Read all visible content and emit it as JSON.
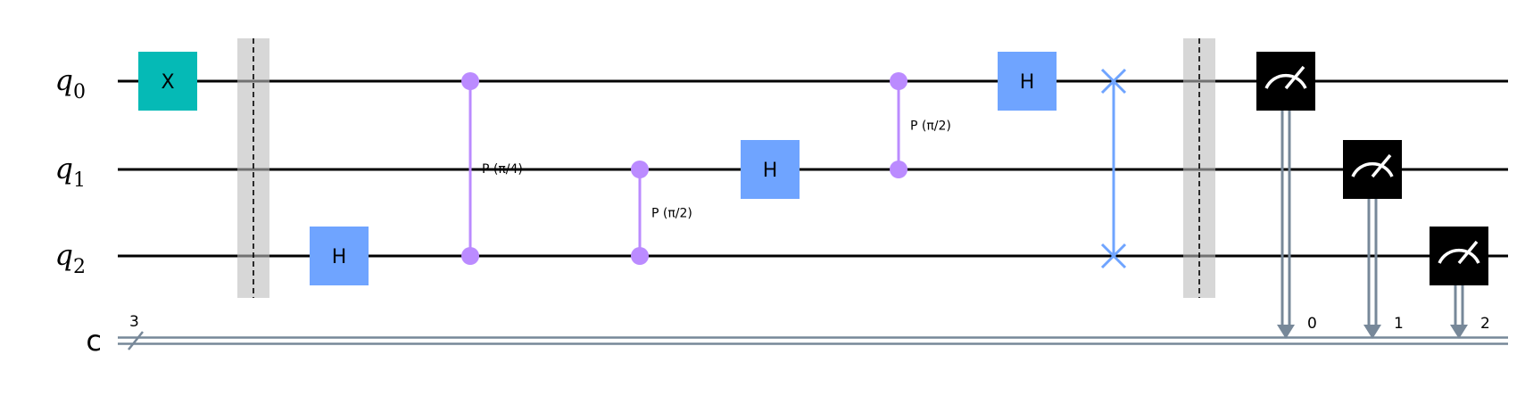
{
  "circuit": {
    "qubits": [
      {
        "name": "q",
        "index": "0"
      },
      {
        "name": "q",
        "index": "1"
      },
      {
        "name": "q",
        "index": "2"
      }
    ],
    "classical_register": {
      "name": "c",
      "size": "3"
    },
    "colors": {
      "wire": "#000000",
      "classical_wire": "#778899",
      "x_gate": "#05bab6",
      "h_gate": "#6fa4ff",
      "cphase": "#bb8bff",
      "swap": "#6fa4ff",
      "barrier": "#bdbdbd",
      "measure_box": "#000000",
      "measure_symbol": "#ffffff"
    },
    "operations": [
      {
        "kind": "gate",
        "label": "X",
        "qubit": 0,
        "color": "x_gate",
        "col": 0
      },
      {
        "kind": "barrier",
        "col": 1
      },
      {
        "kind": "gate",
        "label": "H",
        "qubit": 2,
        "color": "h_gate",
        "col": 2
      },
      {
        "kind": "cphase",
        "qubits": [
          0,
          2
        ],
        "label": "P (π/4)",
        "col": 3
      },
      {
        "kind": "cphase",
        "qubits": [
          1,
          2
        ],
        "label": "P (π/2)",
        "col": 4
      },
      {
        "kind": "gate",
        "label": "H",
        "qubit": 1,
        "color": "h_gate",
        "col": 5
      },
      {
        "kind": "cphase",
        "qubits": [
          0,
          1
        ],
        "label": "P (π/2)",
        "col": 6
      },
      {
        "kind": "gate",
        "label": "H",
        "qubit": 0,
        "color": "h_gate",
        "col": 7
      },
      {
        "kind": "swap",
        "qubits": [
          0,
          2
        ],
        "col": 8
      },
      {
        "kind": "barrier",
        "col": 9
      },
      {
        "kind": "measure",
        "qubit": 0,
        "clbit": "0",
        "col": 10
      },
      {
        "kind": "measure",
        "qubit": 1,
        "clbit": "1",
        "col": 11
      },
      {
        "kind": "measure",
        "qubit": 2,
        "clbit": "2",
        "col": 12
      }
    ]
  }
}
